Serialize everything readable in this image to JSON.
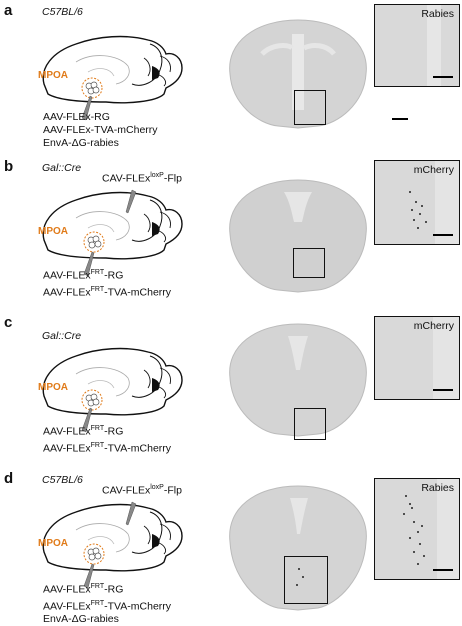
{
  "panels": [
    {
      "letter": "a",
      "strain": "C57BL/6",
      "viral": [
        "AAV-FLEx-RG",
        "AAV-FLEx-TVA-mCherry",
        "EnvA-ΔG-rabies"
      ],
      "region": "MPOA",
      "inset_label": "Rabies"
    },
    {
      "letter": "b",
      "strain": "Gal::Cre",
      "cav_prefix": "CAV-FLEx",
      "cav_sup": "loxP",
      "cav_suffix": "-Flp",
      "viral": [
        {
          "pre": "AAV-FLEx",
          "sup": "FRT",
          "post": "-RG"
        },
        {
          "pre": "AAV-FLEx",
          "sup": "FRT",
          "post": "-TVA-mCherry"
        }
      ],
      "region": "MPOA",
      "inset_label": "mCherry"
    },
    {
      "letter": "c",
      "strain": "Gal::Cre",
      "viral": [
        {
          "pre": "AAV-FLEx",
          "sup": "FRT",
          "post": "-RG"
        },
        {
          "pre": "AAV-FLEx",
          "sup": "FRT",
          "post": "-TVA-mCherry"
        }
      ],
      "region": "MPOA",
      "inset_label": "mCherry"
    },
    {
      "letter": "d",
      "strain": "C57BL/6",
      "cav_prefix": "CAV-FLEx",
      "cav_sup": "loxP",
      "cav_suffix": "-Flp",
      "viral": [
        {
          "pre": "AAV-FLEx",
          "sup": "FRT",
          "post": "-RG"
        },
        {
          "pre": "AAV-FLEx",
          "sup": "FRT",
          "post": "-TVA-mCherry"
        },
        {
          "pre": "EnvA-ΔG-rabies",
          "sup": "",
          "post": ""
        }
      ],
      "region": "MPOA",
      "inset_label": "Rabies"
    }
  ],
  "colors": {
    "mpoa": "#e07b1a",
    "outline": "#111111",
    "tissue": "#d0d0d0"
  }
}
